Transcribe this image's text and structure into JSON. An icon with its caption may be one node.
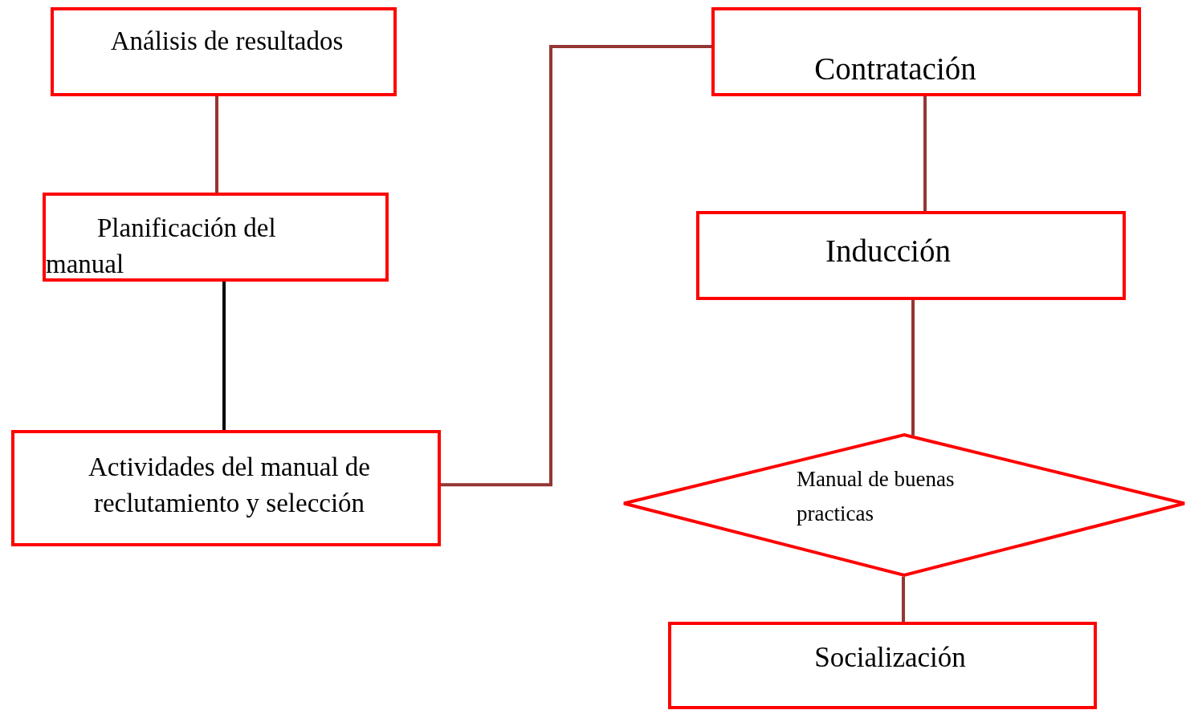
{
  "diagram": {
    "nodes": [
      {
        "text": [
          "Análisis de resultados"
        ]
      },
      {
        "text": [
          "Planificación del manual"
        ]
      },
      {
        "text": [
          "Actividades del manual de reclutamiento y selección"
        ]
      },
      {
        "text": [
          "Contratación"
        ]
      },
      {
        "text": [
          "Inducción"
        ]
      },
      {
        "text": [
          "Manual de buenas practicas"
        ]
      },
      {
        "text": [
          "Socialización"
        ]
      }
    ],
    "edges": [
      {
        "from": 0,
        "to": 1,
        "arrow": "none"
      },
      {
        "from": 1,
        "to": 2,
        "arrow": "none",
        "color": "#000000"
      },
      {
        "from": 2,
        "to": 3,
        "arrow": "none"
      },
      {
        "from": 3,
        "to": 4,
        "arrow": "none"
      },
      {
        "from": 4,
        "to": 5,
        "arrow": "none"
      },
      {
        "from": 5,
        "to": 6,
        "arrow": "none"
      }
    ]
  }
}
